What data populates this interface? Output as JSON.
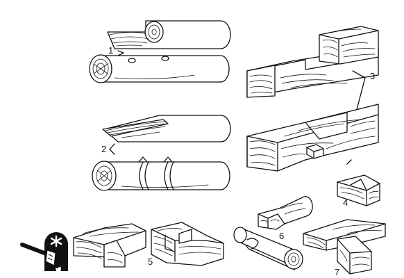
{
  "figure": {
    "labels": [
      "1",
      "2",
      "3",
      "4",
      "5",
      "6",
      "7"
    ],
    "icon": "splitting-axe-warning-icon"
  }
}
